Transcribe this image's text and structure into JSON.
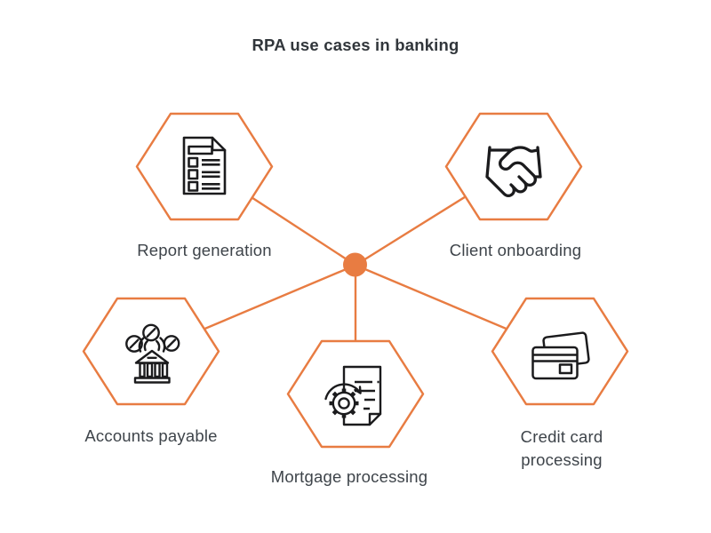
{
  "title": "RPA use cases in banking",
  "colors": {
    "accent": "#E87C42",
    "icon_stroke": "#1B1B1D",
    "label_text": "#3E444A",
    "title_text": "#31363B",
    "background": "#FFFFFF",
    "hexagon_fill": "#FFFFFF"
  },
  "hub": {
    "icon": "hub-dot"
  },
  "nodes": [
    {
      "id": "report-generation",
      "label": "Report generation",
      "icon": "report-document-icon"
    },
    {
      "id": "client-onboarding",
      "label": "Client onboarding",
      "icon": "handshake-icon"
    },
    {
      "id": "accounts-payable",
      "label": "Accounts payable",
      "icon": "bank-coins-icon"
    },
    {
      "id": "mortgage-processing",
      "label": "Mortgage processing",
      "icon": "document-gear-icon"
    },
    {
      "id": "credit-card-processing",
      "label": "Credit card processing",
      "icon": "credit-cards-icon"
    }
  ]
}
